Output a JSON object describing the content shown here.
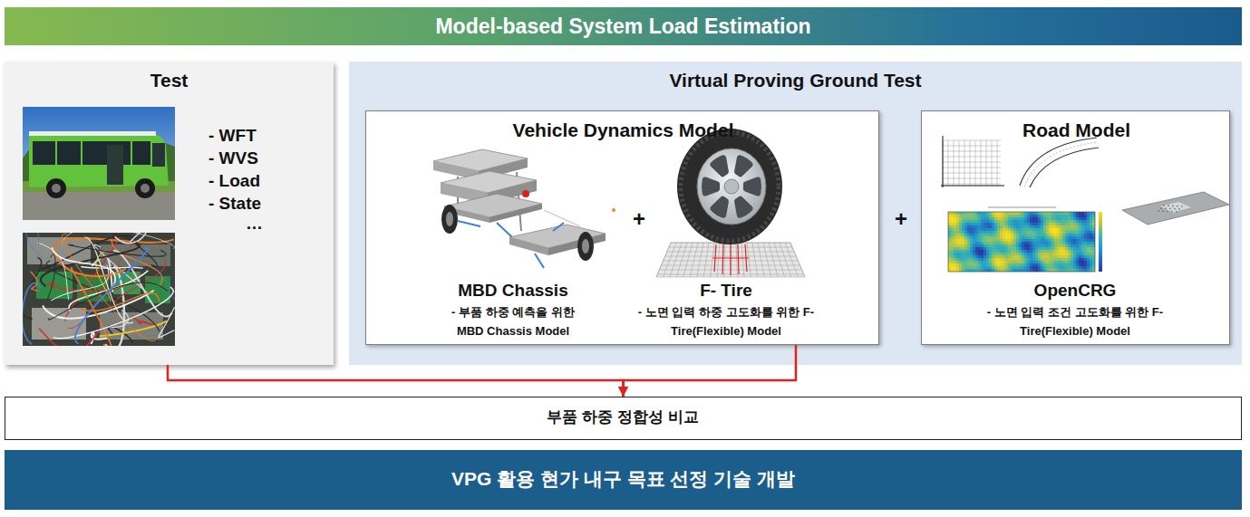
{
  "diagram": {
    "title": "Model-based System Load Estimation",
    "nodes": [
      {
        "text": [
          "Test",
          "- WFT",
          "- WVS",
          "- Load",
          "- State",
          "…"
        ]
      },
      {
        "text": [
          "Virtual Proving Ground Test"
        ]
      },
      {
        "text": [
          "Vehicle Dynamics Model",
          "MBD Chassis",
          "- 부품 하중 예측을 위한 MBD Chassis Model",
          "F- Tire",
          "- 노면 입력 하중 고도화를 위한 F-Tire(Flexible) Model"
        ],
        "in": 1
      },
      {
        "text": [
          "Road Model",
          "OpenCRG",
          "- 노면 입력 조건 고도화를 위한 F-Tire(Flexible) Model"
        ],
        "in": 1
      },
      {
        "text": [
          "부품 하중 정합성 비교"
        ]
      },
      {
        "text": [
          "VPG 활용 현가 내구 목표 선정 기술 개발"
        ]
      }
    ],
    "edges": [
      {
        "from": 0,
        "to": 4,
        "arrow": "to"
      },
      {
        "from": 2,
        "to": 4,
        "arrow": "to"
      }
    ],
    "labels": [
      "+",
      "+"
    ]
  }
}
